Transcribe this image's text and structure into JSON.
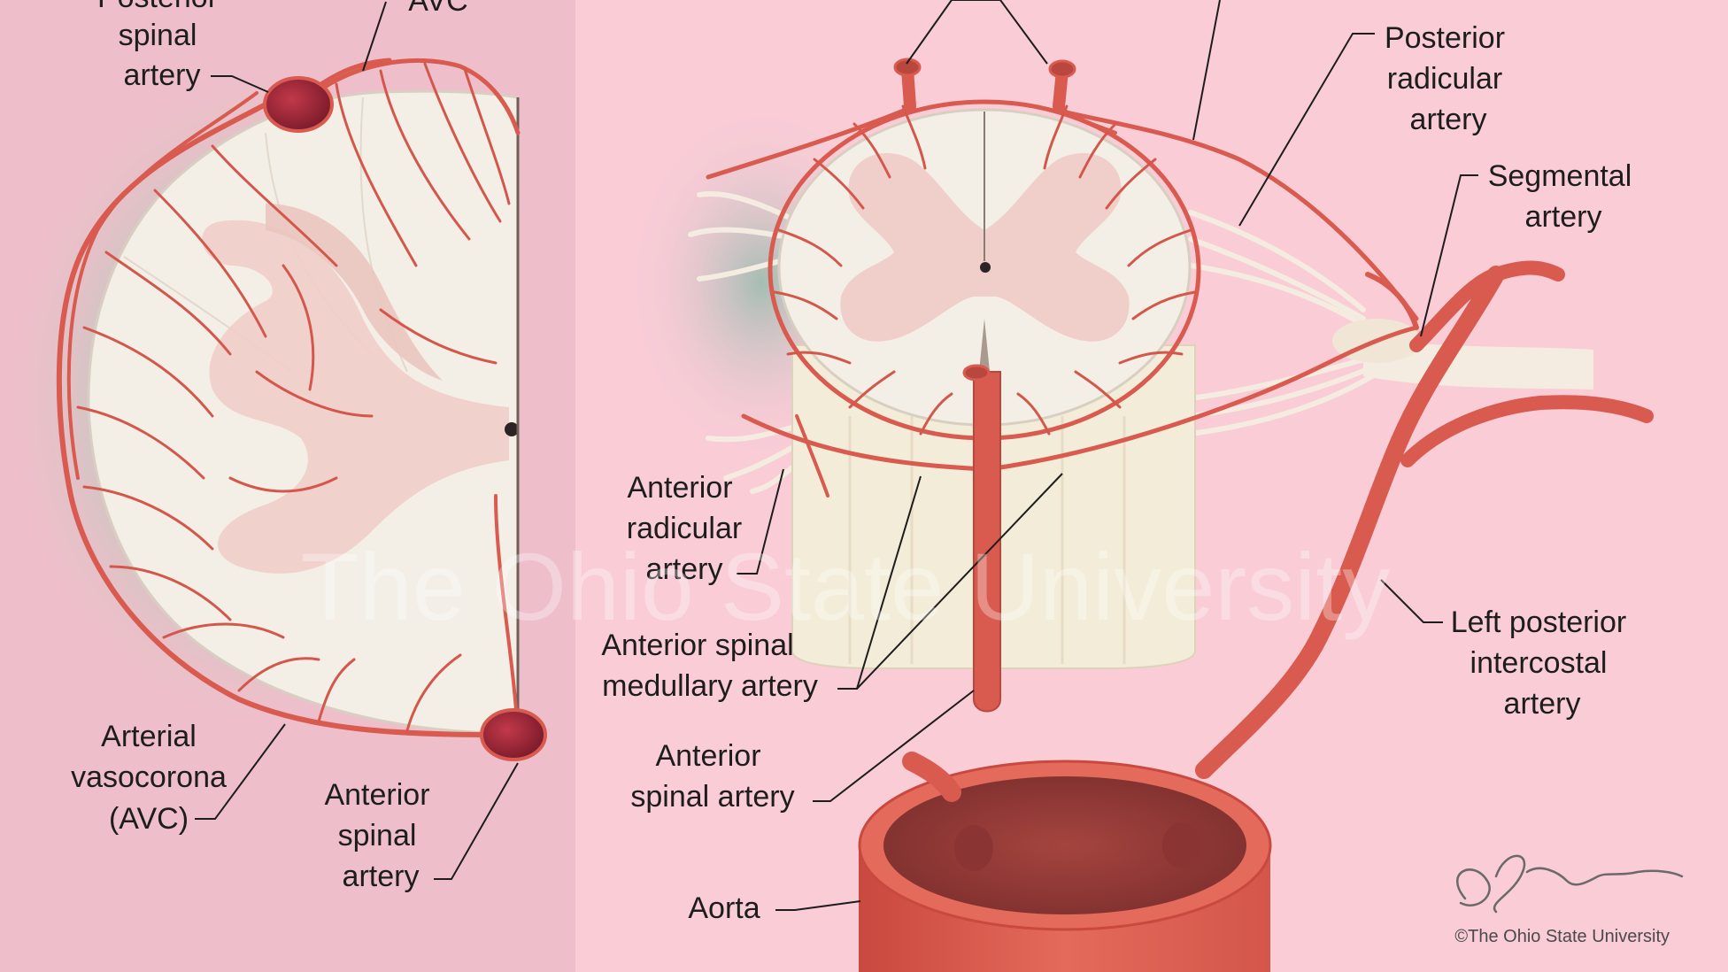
{
  "colors": {
    "left_panel": "#eebfca",
    "right_panel": "#f9ccd6",
    "cord_white": "#f3efe6",
    "gray_matter": "#f0cfca",
    "artery": "#d95a4e",
    "artery_dark": "#b8473d",
    "aorta_inner": "#a5443f",
    "nerve": "#f4ece0"
  },
  "left_labels": {
    "posterior_spinal": [
      "Posterior",
      "spinal",
      "artery"
    ],
    "avc_top": "AVC",
    "vasocorona": [
      "Arterial",
      "vasocorona",
      "(AVC)"
    ],
    "anterior_spinal": [
      "Anterior",
      "spinal",
      "artery"
    ]
  },
  "right_labels": {
    "posterior_radicular": [
      "Posterior",
      "radicular",
      "artery"
    ],
    "segmental": [
      "Segmental",
      "artery"
    ],
    "anterior_radicular": [
      "Anterior",
      "radicular",
      "artery"
    ],
    "anterior_spinal_medullary": [
      "Anterior spinal",
      "medullary artery"
    ],
    "anterior_spinal": [
      "Anterior",
      "spinal artery"
    ],
    "left_posterior_intercostal": [
      "Left posterior",
      "intercostal",
      "artery"
    ],
    "aorta": "Aorta"
  },
  "watermark": "The Ohio State University",
  "credit": "©The Ohio State University",
  "signature_icon": "signature-icon"
}
